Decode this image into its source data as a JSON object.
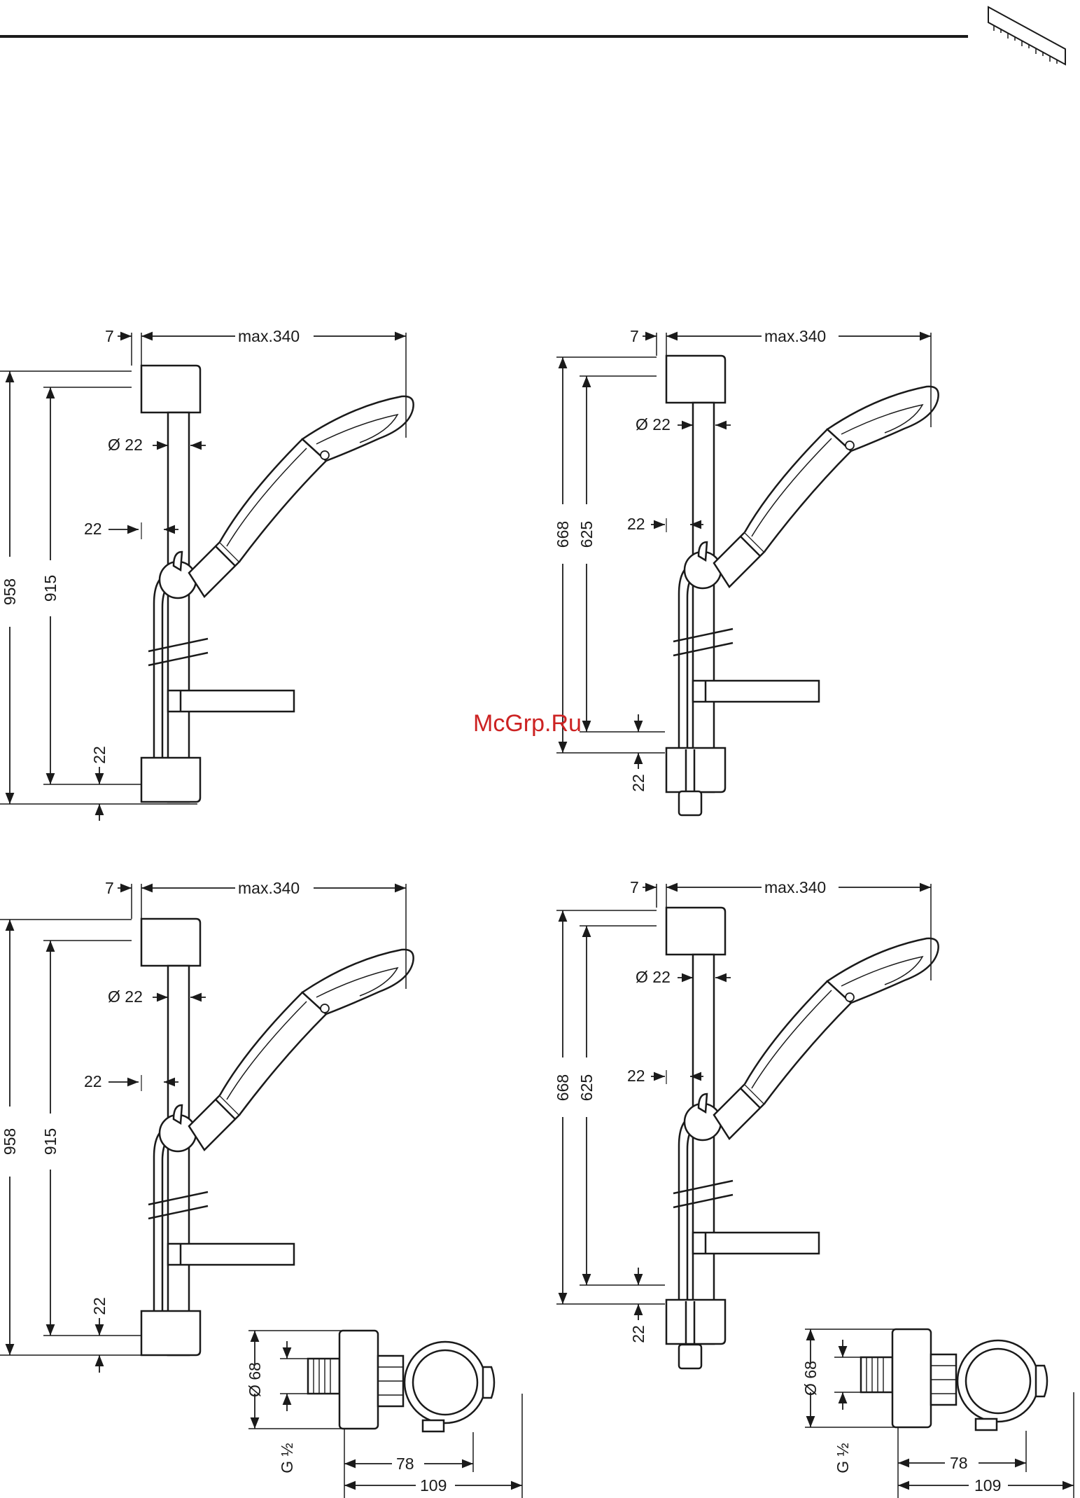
{
  "watermark": "McGrp.Ru",
  "colors": {
    "ink": "#1a1a1a",
    "watermark": "#cc2222",
    "background": "#ffffff"
  },
  "icons": {
    "header_scale": "ruler-corner-icon"
  },
  "panels": {
    "top_left": {
      "offset": "7",
      "reach": "max.340",
      "bar_diameter": "Ø 22",
      "hose_offset": "22",
      "total_height": "958",
      "bar_height": "915",
      "bottom_offset": "22"
    },
    "top_right": {
      "offset": "7",
      "reach": "max.340",
      "bar_diameter": "Ø 22",
      "hose_offset": "22",
      "total_height": "668",
      "bar_height": "625",
      "bottom_offset": "22"
    },
    "bottom_left": {
      "offset": "7",
      "reach": "max.340",
      "bar_diameter": "Ø 22",
      "hose_offset": "22",
      "total_height": "958",
      "bar_height": "915",
      "bottom_offset": "22"
    },
    "bottom_right": {
      "offset": "7",
      "reach": "max.340",
      "bar_diameter": "Ø 22",
      "hose_offset": "22",
      "total_height": "668",
      "bar_height": "625",
      "bottom_offset": "22"
    }
  },
  "connectors": {
    "left": {
      "diameter": "Ø 68",
      "thread": "G ½",
      "depth_short": "78",
      "depth_long": "109"
    },
    "right": {
      "diameter": "Ø 68",
      "thread": "G ½",
      "depth_short": "78",
      "depth_long": "109"
    }
  }
}
